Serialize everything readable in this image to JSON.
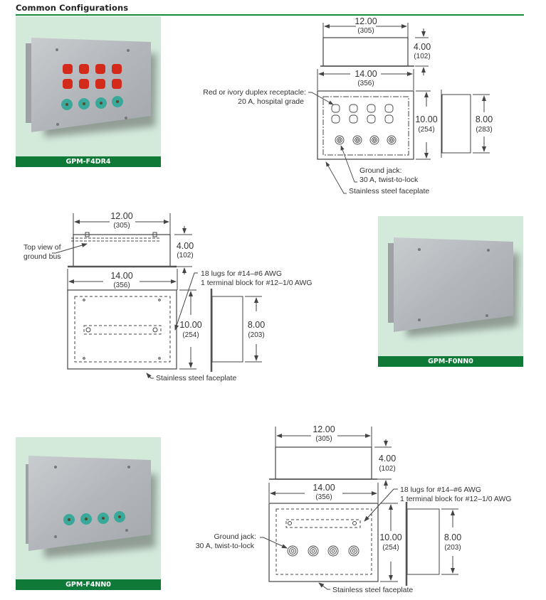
{
  "header": {
    "title": "Common Configurations"
  },
  "colors": {
    "accent_green": "#0f7a37",
    "photo_bg": "#d3eadb",
    "rule": "#1a8a3c",
    "receptacle_red": "#d42a1c",
    "jack_teal": "#3aa89a"
  },
  "configurations": [
    {
      "model": "GPM-F4DR4",
      "receptacles": 8,
      "ground_jacks": 4,
      "dimensions": {
        "top_width": "12.00",
        "top_width_mm": "(305)",
        "depth": "4.00",
        "depth_mm": "(102)",
        "face_width": "14.00",
        "face_width_mm": "(356)",
        "face_height": "10.00",
        "face_height_mm": "(254)",
        "box_height": "8.00",
        "box_height_mm": "(283)"
      },
      "callouts": {
        "receptacle_line1": "Red or ivory duplex receptacle:",
        "receptacle_line2": "20 A, hospital grade",
        "jack_line1": "Ground jack:",
        "jack_line2": "30 A, twist-to-lock",
        "faceplate": "Stainless steel faceplate"
      }
    },
    {
      "model": "GPM-F0NN0",
      "receptacles": 0,
      "ground_jacks": 0,
      "dimensions": {
        "top_width": "12.00",
        "top_width_mm": "(305)",
        "depth": "4.00",
        "depth_mm": "(102)",
        "face_width": "14.00",
        "face_width_mm": "(356)",
        "face_height": "10.00",
        "face_height_mm": "(254)",
        "box_height": "8.00",
        "box_height_mm": "(203)"
      },
      "callouts": {
        "bus_line1": "Top view of",
        "bus_line2": "ground bus",
        "lugs_line1": "18 lugs for #14–#6 AWG",
        "lugs_line2": "1 terminal block for #12–1/0 AWG",
        "faceplate": "Stainless steel faceplate"
      }
    },
    {
      "model": "GPM-F4NN0",
      "receptacles": 0,
      "ground_jacks": 4,
      "dimensions": {
        "top_width": "12.00",
        "top_width_mm": "(305)",
        "depth": "4.00",
        "depth_mm": "(102)",
        "face_width": "14.00",
        "face_width_mm": "(356)",
        "face_height": "10.00",
        "face_height_mm": "(254)",
        "box_height": "8.00",
        "box_height_mm": "(203)"
      },
      "callouts": {
        "lugs_line1": "18 lugs for #14–#6 AWG",
        "lugs_line2": "1 terminal block for #12–1/0 AWG",
        "jack_line1": "Ground jack:",
        "jack_line2": "30 A, twist-to-lock",
        "faceplate": "Stainless steel faceplate"
      }
    }
  ]
}
